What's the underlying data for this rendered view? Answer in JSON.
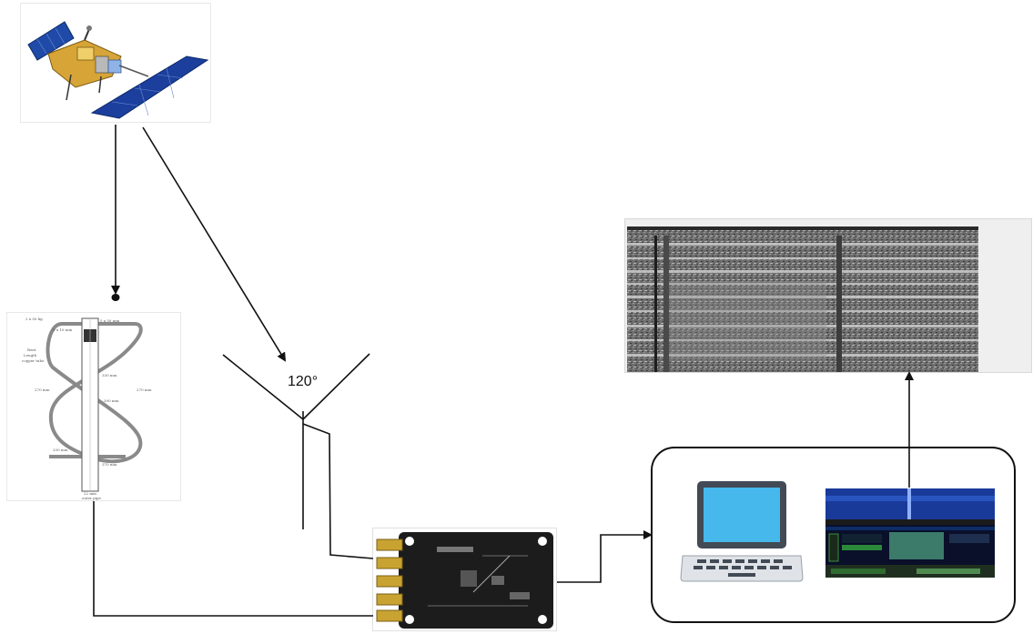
{
  "v_dipole": {
    "angle_label": "120°"
  },
  "qha_drawing": {
    "annotations": [
      "2 x 50 kg",
      "5 x 10 mm",
      "5 x 50 mm",
      "Bent",
      "Length",
      "copper tube",
      "330 mm",
      "300 mm",
      "270 mm",
      "270 mm",
      "330 mm",
      "370 mm",
      "22 mm",
      "outer pipe"
    ]
  },
  "colors": {
    "line": "#111111",
    "laptop_screen": "#46b8ec",
    "laptop_body": "#424a55",
    "sdr_board": "#1c1c1c",
    "sdr_connector": "#c9a332",
    "solar_panel": "#1c3f9e",
    "satellite_body": "#d7a437"
  },
  "icons": [
    "satellite-icon",
    "quadrifilar-helix-antenna-icon",
    "v-dipole-antenna-icon",
    "sdr-receiver-board-icon",
    "laptop-icon",
    "sdr-software-screen-icon",
    "spectrogram-image"
  ]
}
